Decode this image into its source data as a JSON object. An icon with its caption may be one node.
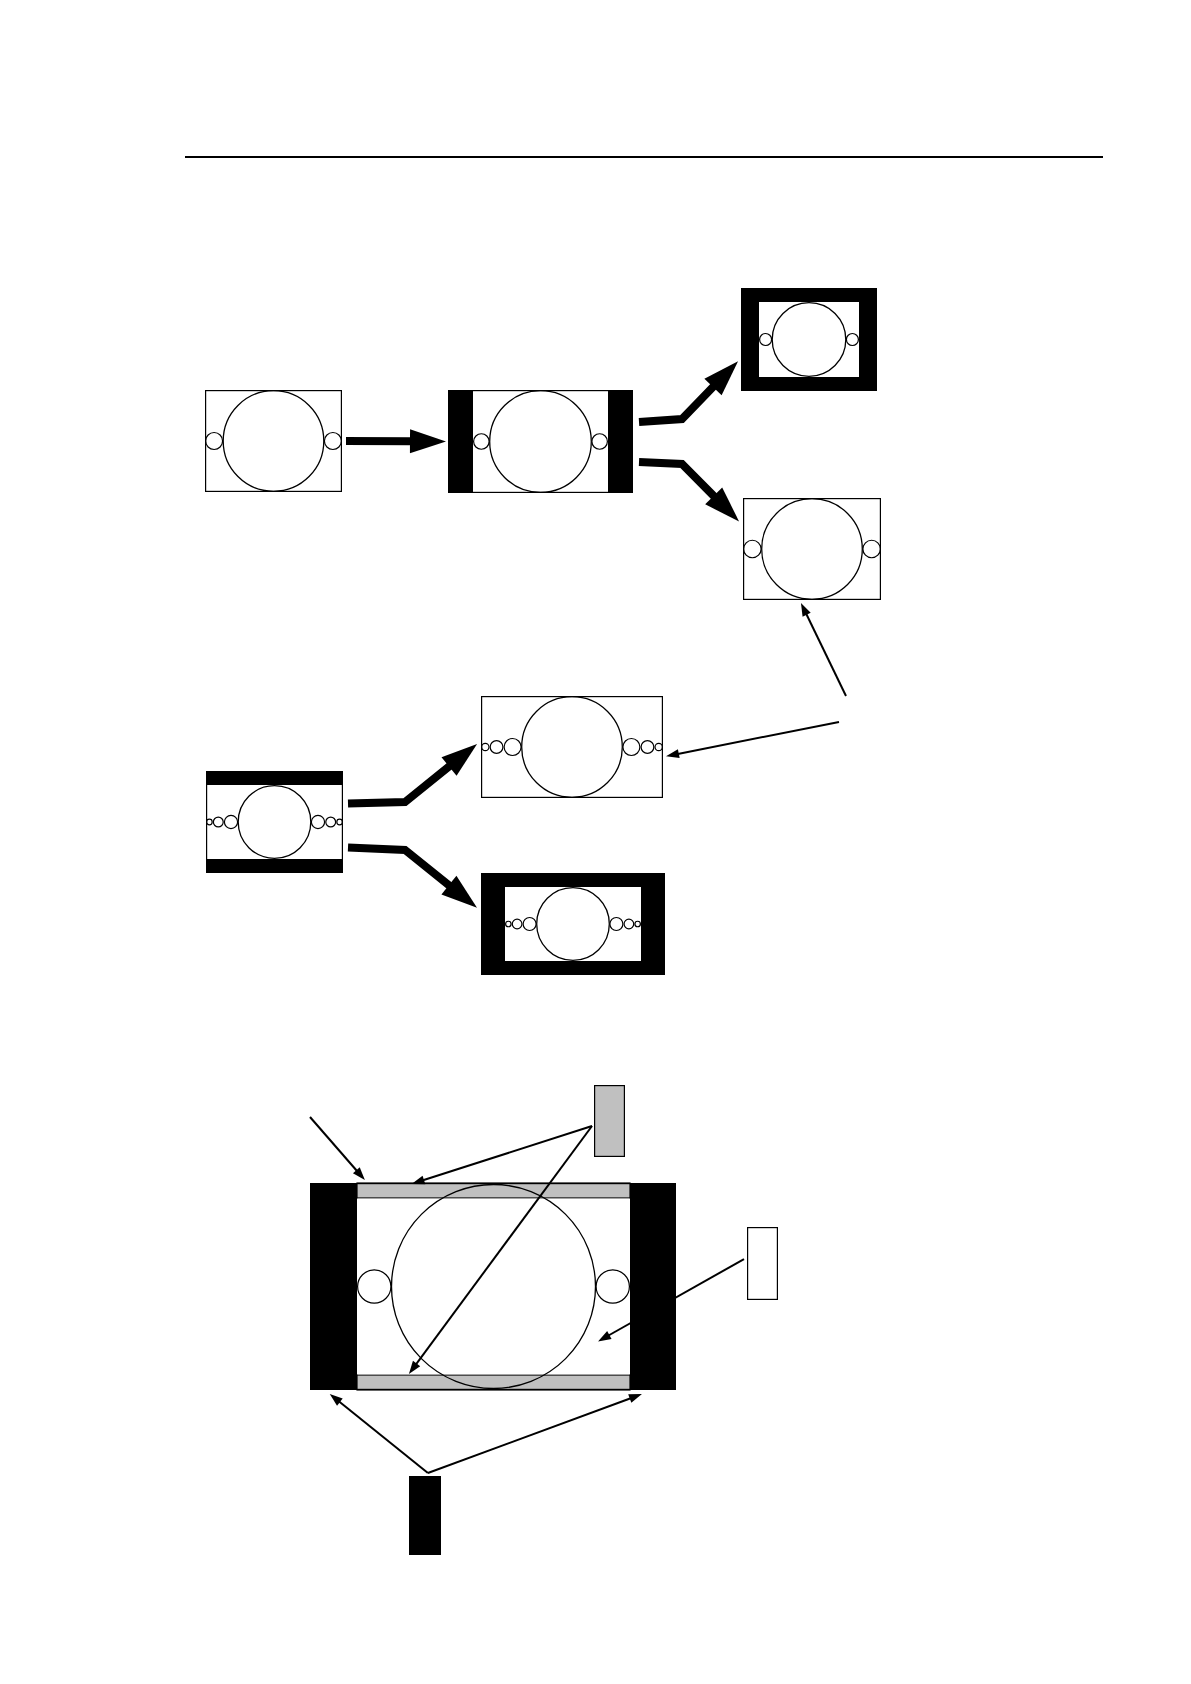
{
  "diagram": {
    "nodes": [
      {
        "text": [],
        "shape": "picture"
      },
      {
        "text": [],
        "shape": "picture"
      },
      {
        "text": [],
        "shape": "picture"
      },
      {
        "text": [],
        "shape": "picture"
      },
      {
        "text": [],
        "shape": "picture"
      },
      {
        "text": [],
        "shape": "picture"
      },
      {
        "text": [],
        "shape": "picture"
      },
      {
        "text": [],
        "shape": "box"
      },
      {
        "text": [],
        "shape": "picture"
      },
      {
        "text": [],
        "shape": "bar",
        "in": 8
      },
      {
        "text": [],
        "shape": "bar",
        "in": 8
      },
      {
        "text": [],
        "shape": "box",
        "in": 8
      },
      {
        "text": [],
        "shape": "bar",
        "in": 8
      },
      {
        "text": [],
        "shape": "bar",
        "in": 8
      },
      {
        "text": [],
        "shape": "box"
      },
      {
        "text": [],
        "shape": "box"
      }
    ],
    "edges": [
      {
        "from": 0,
        "to": 1,
        "arrow": "to",
        "style": "thick"
      },
      {
        "from": 1,
        "to": 2,
        "arrow": "to",
        "style": "thick"
      },
      {
        "from": 1,
        "to": 3,
        "arrow": "to",
        "style": "thick"
      },
      {
        "from": 4,
        "to": 5,
        "arrow": "to",
        "style": "thick"
      },
      {
        "from": 4,
        "to": 6,
        "arrow": "to",
        "style": "thick"
      },
      {
        "from": null,
        "to": 3,
        "arrow": "to"
      },
      {
        "from": null,
        "to": 5,
        "arrow": "to"
      },
      {
        "from": null,
        "to": 8,
        "arrow": "to"
      },
      {
        "from": 7,
        "to": 9,
        "arrow": "to"
      },
      {
        "from": 7,
        "to": 13,
        "arrow": "to"
      },
      {
        "from": 14,
        "to": 11,
        "arrow": "to"
      },
      {
        "from": 15,
        "to": 10,
        "arrow": "to"
      },
      {
        "from": 15,
        "to": 12,
        "arrow": "to"
      }
    ]
  }
}
